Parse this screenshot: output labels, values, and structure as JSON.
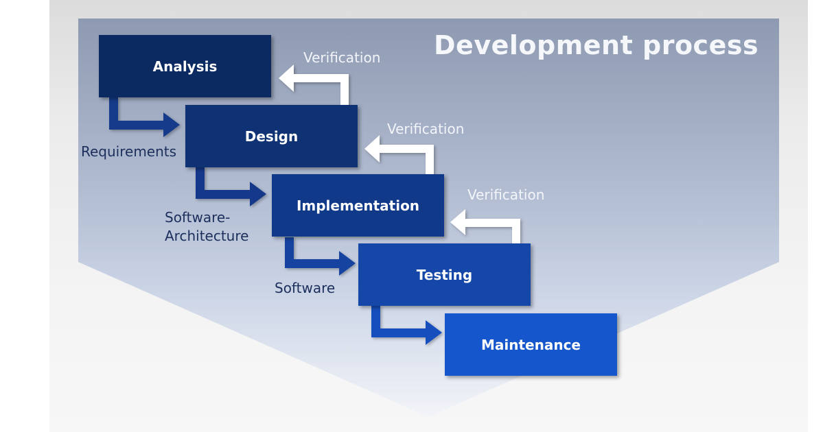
{
  "title": "Development process",
  "colors": {
    "panel_top": "#8e9ab1",
    "panel_bottom": "#e6eaf3",
    "arrow_dark": "#123a8a",
    "arrow_white": "#ffffff"
  },
  "phases": [
    {
      "label": "Analysis",
      "color": "#0c2a62"
    },
    {
      "label": "Design",
      "color": "#0e3273"
    },
    {
      "label": "Implementation",
      "color": "#11398a"
    },
    {
      "label": "Testing",
      "color": "#1447a8"
    },
    {
      "label": "Maintenance",
      "color": "#1656cc"
    }
  ],
  "outputs": [
    {
      "label": "Requirements"
    },
    {
      "label_line1": "Software-",
      "label_line2": "Architecture"
    },
    {
      "label": "Software"
    }
  ],
  "feedback": [
    {
      "label": "Verification"
    },
    {
      "label": "Verification"
    },
    {
      "label": "Verification"
    }
  ]
}
